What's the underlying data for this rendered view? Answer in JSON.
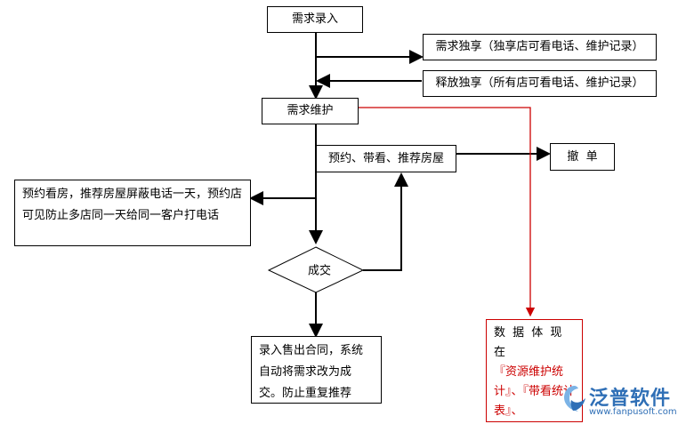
{
  "nodes": {
    "entry": "需求录入",
    "exclusive": "需求独享（独享店可看电话、维护记录）",
    "release": "释放独享（所有店可看电话、维护记录）",
    "maintain": "需求维护",
    "appointment": "预约、带看、推荐房屋",
    "cancel": "撤  单",
    "note_left": "预约看房，推荐房屋屏蔽电话一天，预约店可见防止多店同一天给同一客户打电话",
    "deal": "成交",
    "contract": "录入售出合同，系统自动将需求改为成交。防止重复推荐",
    "stats_prefix": "数 据 体 现 在",
    "stats_report": "『资源维护统计』、『带看统计表』、"
  },
  "colors": {
    "line": "#000000",
    "highlight": "#cc0000",
    "brand": "#2f6fb6"
  },
  "logo": {
    "name": "泛普软件",
    "url": "www.fanpusoft.com"
  }
}
